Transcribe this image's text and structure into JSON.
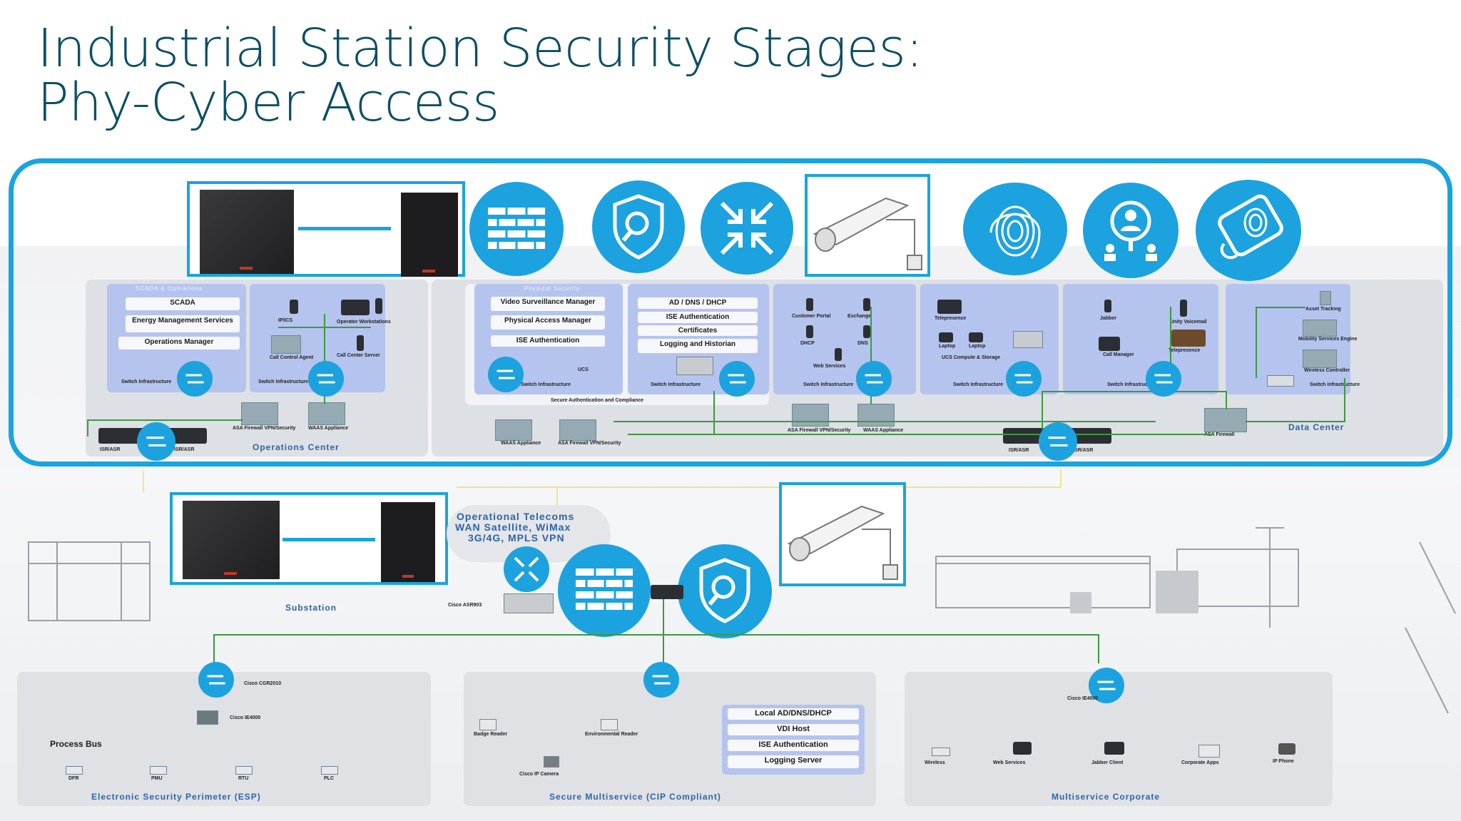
{
  "title": {
    "line1": "Industrial Station Security Stages:",
    "line2": "Phy-Cyber Access"
  },
  "colors": {
    "accent": "#1ca2df",
    "title": "#0b4f63",
    "panel": "#dde0e5",
    "subpanel": "#b5c4ee"
  },
  "operations_center": {
    "label": "Operations Center",
    "boxes": [
      "SCADA",
      "Energy Management Services",
      "Operations Manager"
    ],
    "devices": [
      "IP/ICS",
      "Operator Workstations",
      "Call Control Agent",
      "Call Center Server",
      "Switch Infrastructure",
      "Switch Infrastructure",
      "ASA Firewall VPN/Security",
      "WAAS Appliance",
      "ISR/ASR",
      "ISR/ASR"
    ]
  },
  "data_center": {
    "label": "Data Center",
    "physical_security": [
      "Video Surveillance Manager",
      "Physical Access Manager",
      "ISE Authentication"
    ],
    "authentication": [
      "AD / DNS / DHCP",
      "ISE Authentication",
      "Certificates",
      "Logging and Historian"
    ],
    "devices": [
      "Switch Infrastructure",
      "UCS",
      "Switch Infrastructure",
      "Secure Authentication and Compliance",
      "WAAS Appliance",
      "ASA Firewall VPN/Security",
      "Customer Portal",
      "Exchange",
      "DHCP",
      "DNS",
      "Web Services",
      "Switch Infrastructure",
      "ASA Firewall VPN/Security",
      "WAAS Appliance",
      "Telepresence",
      "Laptop",
      "Laptop",
      "UCS Compute & Storage",
      "Switch Infrastructure",
      "Jabber",
      "Unity Voicemail",
      "Call Manager",
      "Telepresence",
      "Switch Infrastructure",
      "Asset Tracking",
      "Mobility Services Engine",
      "Wireless Controller",
      "Switch Infrastructure",
      "ISR/ASR",
      "ISR/ASR",
      "ASA Firewall"
    ]
  },
  "telecom": {
    "line1": "Operational Telecoms",
    "line2": "WAN Satellite, WiMax",
    "line3": "3G/4G, MPLS VPN"
  },
  "substation": {
    "label": "Substation",
    "asr": "Cisco ASR903"
  },
  "esp": {
    "label": "Electronic Security Perimeter (ESP)",
    "process_bus": "Process Bus",
    "devices": [
      "Cisco CGR2010",
      "Cisco IE4000",
      "DFR",
      "PMU",
      "RTU",
      "PLC"
    ]
  },
  "secure_multiservice": {
    "label": "Secure Multiservice (CIP Compliant)",
    "boxes": [
      "Local AD/DNS/DHCP",
      "VDI Host",
      "ISE Authentication",
      "Logging Server"
    ],
    "devices": [
      "Badge Reader",
      "Environmental Reader",
      "Cisco IP Camera"
    ]
  },
  "multiservice_corporate": {
    "label": "Multiservice Corporate",
    "devices": [
      "Cisco IE4000",
      "Wireless",
      "Web Services",
      "Jabber Client",
      "Corporate Apps",
      "IP Phone"
    ]
  },
  "icons": [
    "firewall-icon",
    "shield-search-icon",
    "arrows-in-icon",
    "fingerprint-icon",
    "user-search-icon",
    "badge-fingerprint-icon",
    "switch-icon",
    "camera-icon",
    "access-panel-icon"
  ]
}
